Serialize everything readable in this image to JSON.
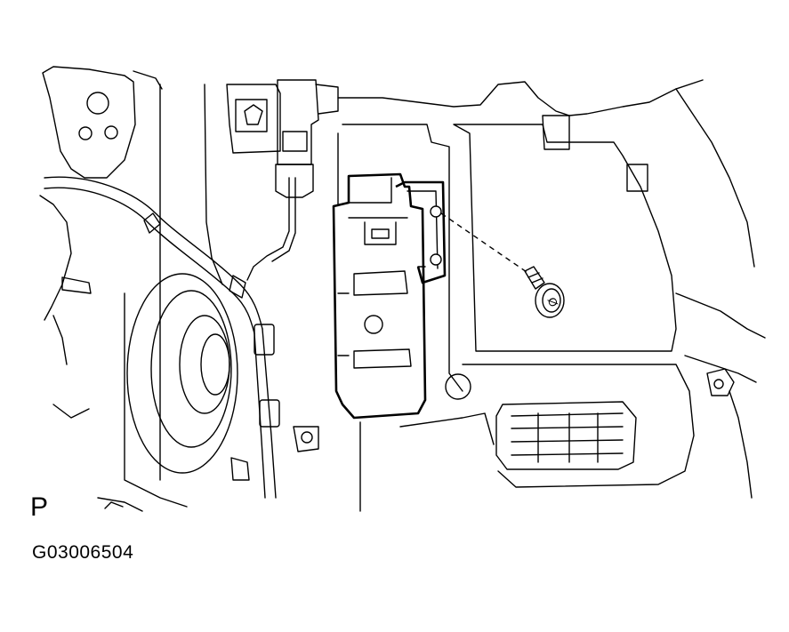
{
  "figure": {
    "view_label": "P",
    "figure_id": "G03006504",
    "bolt_marking": "Ø"
  }
}
